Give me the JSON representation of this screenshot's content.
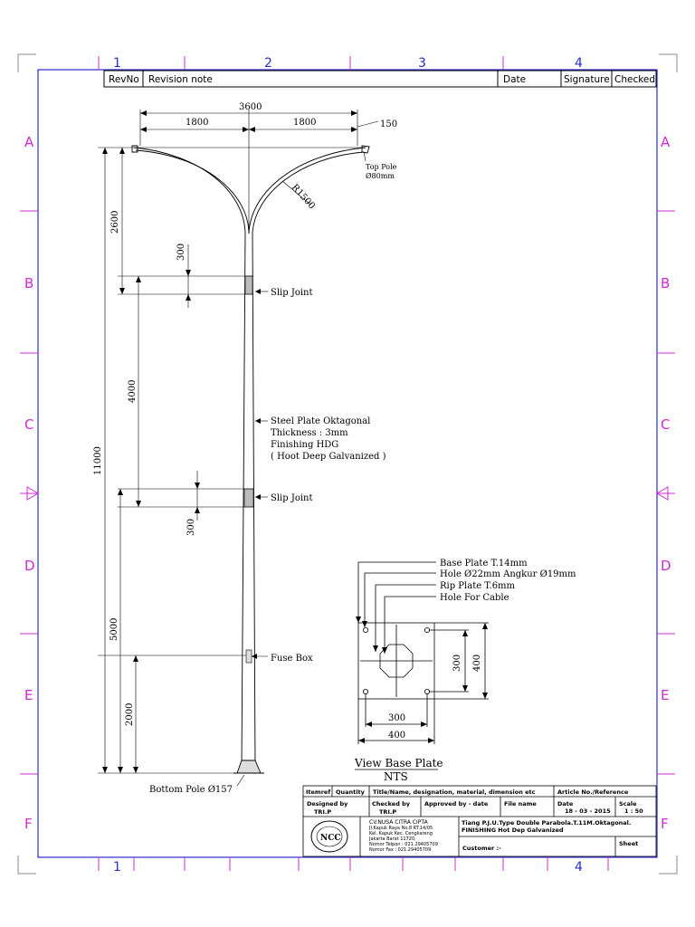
{
  "grid": {
    "columns": [
      "1",
      "2",
      "3",
      "4"
    ],
    "rows": [
      "A",
      "B",
      "C",
      "D",
      "E",
      "F"
    ]
  },
  "revision_header": {
    "rev_no": "RevNo",
    "revision_note": "Revision note",
    "date": "Date",
    "signature": "Signature",
    "checked": "Checked"
  },
  "dimensions": {
    "total_width": "3600",
    "half_left": "1800",
    "half_right": "1800",
    "tip": "150",
    "radius": "R1500",
    "height_total": "11000",
    "upper": "2600",
    "slip_upper": "300",
    "middle": "4000",
    "slip_lower": "300",
    "lower": "5000",
    "fuse_height": "2000"
  },
  "notes": {
    "top_pole_1": "Top Pole",
    "top_pole_2": "Ø80mm",
    "slip_joint_1": "Slip Joint",
    "steel_1": "Steel Plate Oktagonal",
    "steel_2": "Thickness : 3mm",
    "steel_3": "Finishing HDG",
    "steel_4": "( Hoot Deep Galvanized )",
    "slip_joint_2": "Slip Joint",
    "fuse_box": "Fuse Box",
    "bottom_pole": "Bottom Pole Ø157"
  },
  "base_plate": {
    "label_1": "Base Plate T.14mm",
    "label_2": "Hole Ø22mm Angkur Ø19mm",
    "label_3": "Rip Plate T.6mm",
    "label_4": "Hole For Cable",
    "dim_inner_v": "300",
    "dim_outer_v": "400",
    "dim_inner_h": "300",
    "dim_outer_h": "400",
    "view_title": "View Base Plate",
    "view_scale": "NTS"
  },
  "title_block": {
    "itemref": "Itemref",
    "quantity": "Quantity",
    "title_header": "Title/Name, designation, material, dimension etc",
    "article_header": "Article No./Reference",
    "designed_by_label": "Designed by",
    "designed_by": "TRI.P",
    "checked_by_label": "Checked by",
    "checked_by": "TRI.P",
    "approved_label": "Approved by - date",
    "file_name_label": "File name",
    "date_label": "Date",
    "date_value": "18 - 03 - 2015",
    "scale_label": "Scale",
    "scale_value": "1 : 50",
    "company_name": "CV.NUSA CITRA CIPTA",
    "company_addr_1": "Jl.Kapuk Raya No.8 RT.14/05",
    "company_addr_2": "Kel. Kapuk Kec. Cengkareng",
    "company_addr_3": "Jakarta Barat 11720,",
    "company_tel": "Nomor Telpon : 021.29405709",
    "company_fax": "Nomor Fax : 021.29405709",
    "logo_text": "NCC",
    "drawing_title_1": "Tiang P.J.U.Type Double Parabola.T.11M.Oktagonal.",
    "drawing_title_2": "FINISHING Hot Dep Galvanized",
    "customer_label": "Customer :-",
    "sheet_label": "Sheet"
  },
  "colors": {
    "frame": "#2b2bd0",
    "grid_marks": "#d22ad2",
    "drawing": "#000000"
  }
}
